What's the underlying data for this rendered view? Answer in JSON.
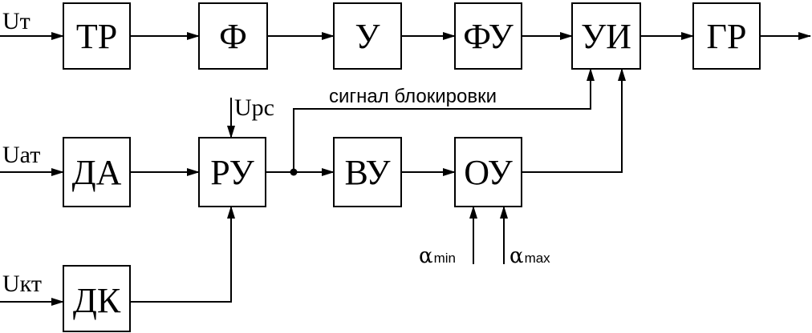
{
  "blocks": {
    "tr": "ТР",
    "f": "Ф",
    "u": "У",
    "fu": "ФУ",
    "ui": "УИ",
    "gr": "ГР",
    "da": "ДА",
    "ru": "РУ",
    "vu": "ВУ",
    "ou": "ОУ",
    "dk": "ДК"
  },
  "inputs": {
    "ut": "Uт",
    "uat": "Uат",
    "ukt": "Uкт",
    "urs": "Uрс"
  },
  "blocking_signal": "сигнал блокировки",
  "alpha_min": {
    "symbol": "α",
    "sub": "min"
  },
  "alpha_max": {
    "symbol": "α",
    "sub": "max"
  }
}
